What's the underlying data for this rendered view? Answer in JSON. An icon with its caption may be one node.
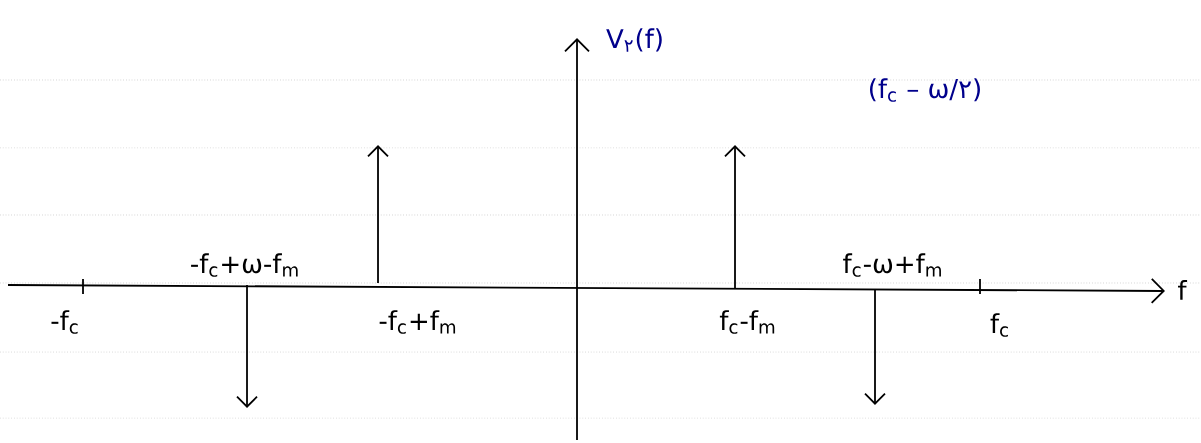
{
  "diagram": {
    "labels": [
      "V$_{۲}$(f)",
      "(f$_{c}$ – ω/۲)",
      "-f$_{c}$+ω-f$_{m}$",
      "f$_{c}$-ω+f$_{m}$",
      "f",
      "-f$_{c}$",
      "-f$_{c}$+f$_{m}$",
      "f$_{c}$-f$_{m}$",
      "f$_{c}$"
    ]
  }
}
